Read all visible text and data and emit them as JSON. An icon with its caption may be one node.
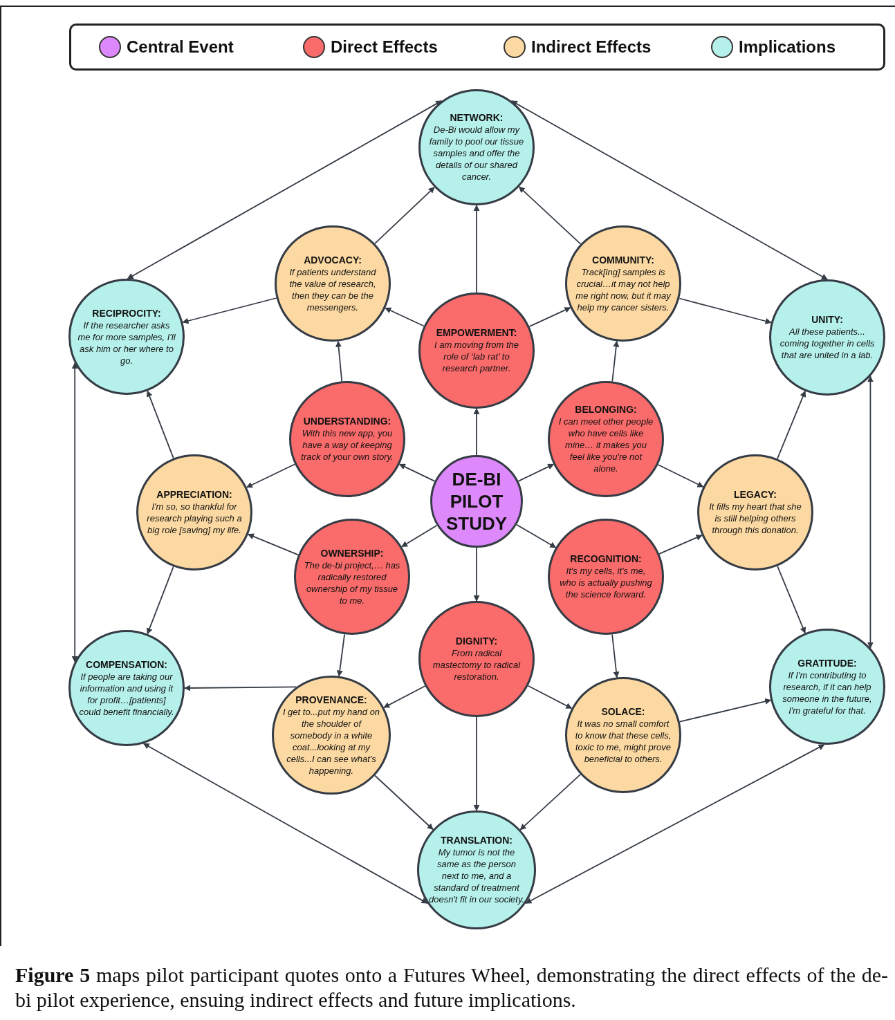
{
  "diagram": {
    "caption": "**Figure 5** maps pilot participant quotes onto a Futures Wheel, demonstrating the direct effects of the de-bi pilot experience, ensuing indirect effects and future implications.",
    "nodes": [
      {
        "text": [
          "NETWORK:",
          "De-Bi would allow my family to pool our tissue samples and offer the details of our shared cancer."
        ]
      },
      {
        "text": [
          "ADVOCACY:",
          "If patients understand the value of research, then they can be the messengers."
        ]
      },
      {
        "text": [
          "COMMUNITY:",
          "Track[ing] samples is crucial…it may not help me right now, but it may help my cancer sisters."
        ]
      },
      {
        "text": [
          "RECIPROCITY:",
          "If the researcher asks me for more samples, I'll ask him or her where to go."
        ]
      },
      {
        "text": [
          "UNITY:",
          "All these patients... coming together in cells that are united in a lab."
        ]
      },
      {
        "text": [
          "EMPOWERMENT:",
          "I am moving from the role of ‘lab rat’ to research partner."
        ]
      },
      {
        "text": [
          "BELONGING:",
          "I can meet other people who have cells like mine… it makes you feel like you're not alone."
        ]
      },
      {
        "text": [
          "UNDERSTANDING:",
          "With this new app, you have a way of keeping track of your own story."
        ]
      },
      {
        "text": [
          "APPRECIATION:",
          "I'm so, so thankful for research playing such a big role [saving] my life."
        ]
      },
      {
        "text": [
          "DE-BI PILOT STUDY"
        ]
      },
      {
        "text": [
          "LEGACY:",
          "It fills my heart that she is still helping others through this donation."
        ]
      },
      {
        "text": [
          "OWNERSHIP:",
          "The de-bi project,… has radically restored ownership of my tissue to me."
        ]
      },
      {
        "text": [
          "RECOGNITION:",
          "It's my cells, it's me, who is actually pushing the science forward."
        ]
      },
      {
        "text": [
          "DIGNITY:",
          "From radical mastectomy to radical restoration."
        ]
      },
      {
        "text": [
          "COMPENSATION:",
          "If people are taking our information and using it for profit…[patients] could benefit financially."
        ]
      },
      {
        "text": [
          "GRATITUDE:",
          "If I'm contributing to research, if it can help someone in the future, I'm grateful for that."
        ]
      },
      {
        "text": [
          "PROVENANCE:",
          "I get to...put my hand on the shoulder of somebody in a white coat...looking at my cells...I can see what's happening."
        ]
      },
      {
        "text": [
          "SOLACE:",
          "It was no small comfort to know that these cells, toxic to me, might prove beneficial to others."
        ]
      },
      {
        "text": [
          "TRANSLATION:",
          "My tumor is not the same as the person next to me, and a standard of treatment doesn't fit in our society."
        ]
      }
    ],
    "edges": [
      {
        "from": 9,
        "to": 5,
        "arrow": "to"
      },
      {
        "from": 9,
        "to": 7,
        "arrow": "to"
      },
      {
        "from": 9,
        "to": 6,
        "arrow": "to"
      },
      {
        "from": 9,
        "to": 11,
        "arrow": "to"
      },
      {
        "from": 9,
        "to": 12,
        "arrow": "to"
      },
      {
        "from": 9,
        "to": 13,
        "arrow": "to"
      },
      {
        "from": 5,
        "to": 1,
        "arrow": "to"
      },
      {
        "from": 5,
        "to": 0,
        "arrow": "to"
      },
      {
        "from": 5,
        "to": 2,
        "arrow": "to"
      },
      {
        "from": 7,
        "to": 1,
        "arrow": "to"
      },
      {
        "from": 7,
        "to": 8,
        "arrow": "to"
      },
      {
        "from": 6,
        "to": 2,
        "arrow": "to"
      },
      {
        "from": 6,
        "to": 10,
        "arrow": "to"
      },
      {
        "from": 11,
        "to": 8,
        "arrow": "to"
      },
      {
        "from": 11,
        "to": 16,
        "arrow": "to"
      },
      {
        "from": 12,
        "to": 10,
        "arrow": "to"
      },
      {
        "from": 12,
        "to": 17,
        "arrow": "to"
      },
      {
        "from": 13,
        "to": 16,
        "arrow": "to"
      },
      {
        "from": 13,
        "to": 17,
        "arrow": "to"
      },
      {
        "from": 13,
        "to": 18,
        "arrow": "to"
      },
      {
        "from": 1,
        "to": 0,
        "arrow": "to"
      },
      {
        "from": 1,
        "to": 3,
        "arrow": "to"
      },
      {
        "from": 2,
        "to": 0,
        "arrow": "to"
      },
      {
        "from": 2,
        "to": 4,
        "arrow": "to"
      },
      {
        "from": 8,
        "to": 3,
        "arrow": "to"
      },
      {
        "from": 8,
        "to": 14,
        "arrow": "to"
      },
      {
        "from": 10,
        "to": 4,
        "arrow": "to"
      },
      {
        "from": 10,
        "to": 15,
        "arrow": "to"
      },
      {
        "from": 16,
        "to": 14,
        "arrow": "to"
      },
      {
        "from": 16,
        "to": 18,
        "arrow": "to"
      },
      {
        "from": 17,
        "to": 15,
        "arrow": "to"
      },
      {
        "from": 17,
        "to": 18,
        "arrow": "to"
      },
      {
        "from": 0,
        "to": 3,
        "arrow": "both"
      },
      {
        "from": 0,
        "to": 4,
        "arrow": "both"
      },
      {
        "from": 3,
        "to": 14,
        "arrow": "both"
      },
      {
        "from": 4,
        "to": 15,
        "arrow": "both"
      },
      {
        "from": 14,
        "to": 18,
        "arrow": "both"
      },
      {
        "from": 15,
        "to": 18,
        "arrow": "both"
      }
    ],
    "legend": [
      {
        "text": "Central Event",
        "color": "#dd88fb"
      },
      {
        "text": "Direct Effects",
        "color": "#fa6b6b"
      },
      {
        "text": "Indirect Effects",
        "color": "#fcd9a2"
      },
      {
        "text": "Implications",
        "color": "#b5f0ea"
      }
    ]
  }
}
